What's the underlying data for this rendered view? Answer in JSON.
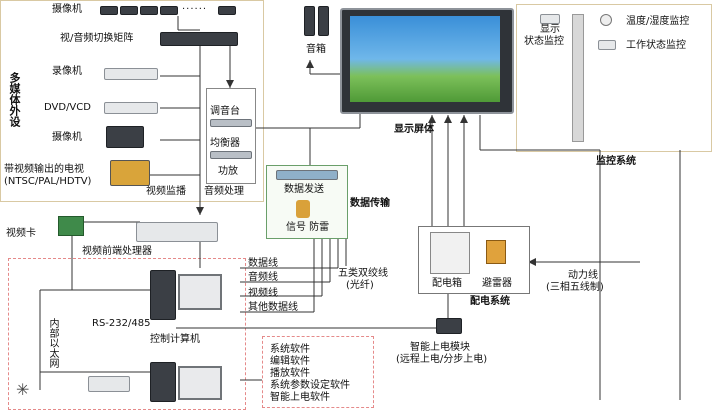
{
  "multimedia": {
    "section_title": "多媒体外设",
    "camera_label_top": "摄像机",
    "matrix_label": "视/音频切换矩阵",
    "vcr_label": "录像机",
    "dvd_label": "DVD/VCD",
    "camera_label_bottom": "摄像机",
    "tv_label_line1": "带视频输出的电视",
    "tv_label_line2": "(NTSC/PAL/HDTV)",
    "video_monitor_label": "视频监播"
  },
  "audio": {
    "speaker_label": "音箱",
    "mixer_label": "调音台",
    "equalizer_label": "均衡器",
    "amplifier_label": "功放",
    "processing_label": "音频处理"
  },
  "display": {
    "screen_label": "显示屏体"
  },
  "monitoring": {
    "display_status_line1": "显示",
    "display_status_line2": "状态监控",
    "temp_humidity_label": "温度/湿度监控",
    "work_status_label": "工作状态监控",
    "system_label": "监控系统"
  },
  "data_transmission": {
    "title": "数据传输",
    "data_send_label": "数据发送",
    "lightning_label": "信号 防雷"
  },
  "video_card": {
    "label": "视频卡"
  },
  "front_processor": {
    "label": "视频前端处理器"
  },
  "cables": {
    "data_line": "数据线",
    "audio_line": "音频线",
    "video_line": "视频线",
    "other_data_line": "其他数据线",
    "twisted_pair_line1": "五类双绞线",
    "twisted_pair_line2": "(光纤)",
    "power_line1": "动力线",
    "power_line2": "(三相五线制)"
  },
  "control": {
    "rs_label": "RS-232/485",
    "computer_label": "控制计算机",
    "ethernet_label": "内部以太网"
  },
  "power": {
    "distribution_box_label": "配电箱",
    "arrester_label": "避雷器",
    "system_label": "配电系统",
    "module_line1": "智能上电模块",
    "module_line2": "(远程上电/分步上电)"
  },
  "software": {
    "items": [
      "系统软件",
      "编辑软件",
      "播放软件",
      "系统参数设定软件",
      "智能上电软件"
    ]
  }
}
